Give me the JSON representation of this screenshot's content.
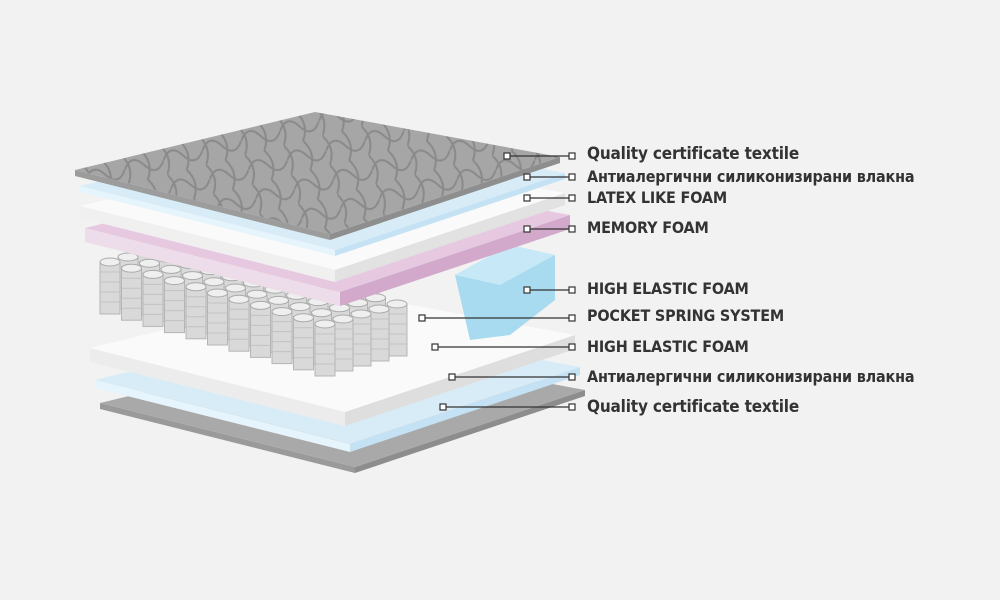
{
  "title": "Mattress layers",
  "layers": [
    {
      "label": "Quality certificate textile"
    },
    {
      "label": "Антиалергични силиконизирани влакна"
    },
    {
      "label": "LATEX LIKE FOAM"
    },
    {
      "label": "MEMORY FOAM"
    },
    {
      "label": "HIGH ELASTIC FOAM"
    },
    {
      "label": "POCKET SPRING SYSTEM"
    },
    {
      "label": "HIGH ELASTIC FOAM"
    },
    {
      "label": "Антиалергични силиконизирани влакна"
    },
    {
      "label": "Quality certificate textile"
    }
  ],
  "colors": {
    "background": "#f2f2f2",
    "textile": "#a9a9a9",
    "fiber": "#d8ecf8",
    "foam": "#fafafa",
    "memory_foam": "#e6c8e0",
    "high_elastic_foam": "#a8dbf0",
    "text": "#333333"
  }
}
